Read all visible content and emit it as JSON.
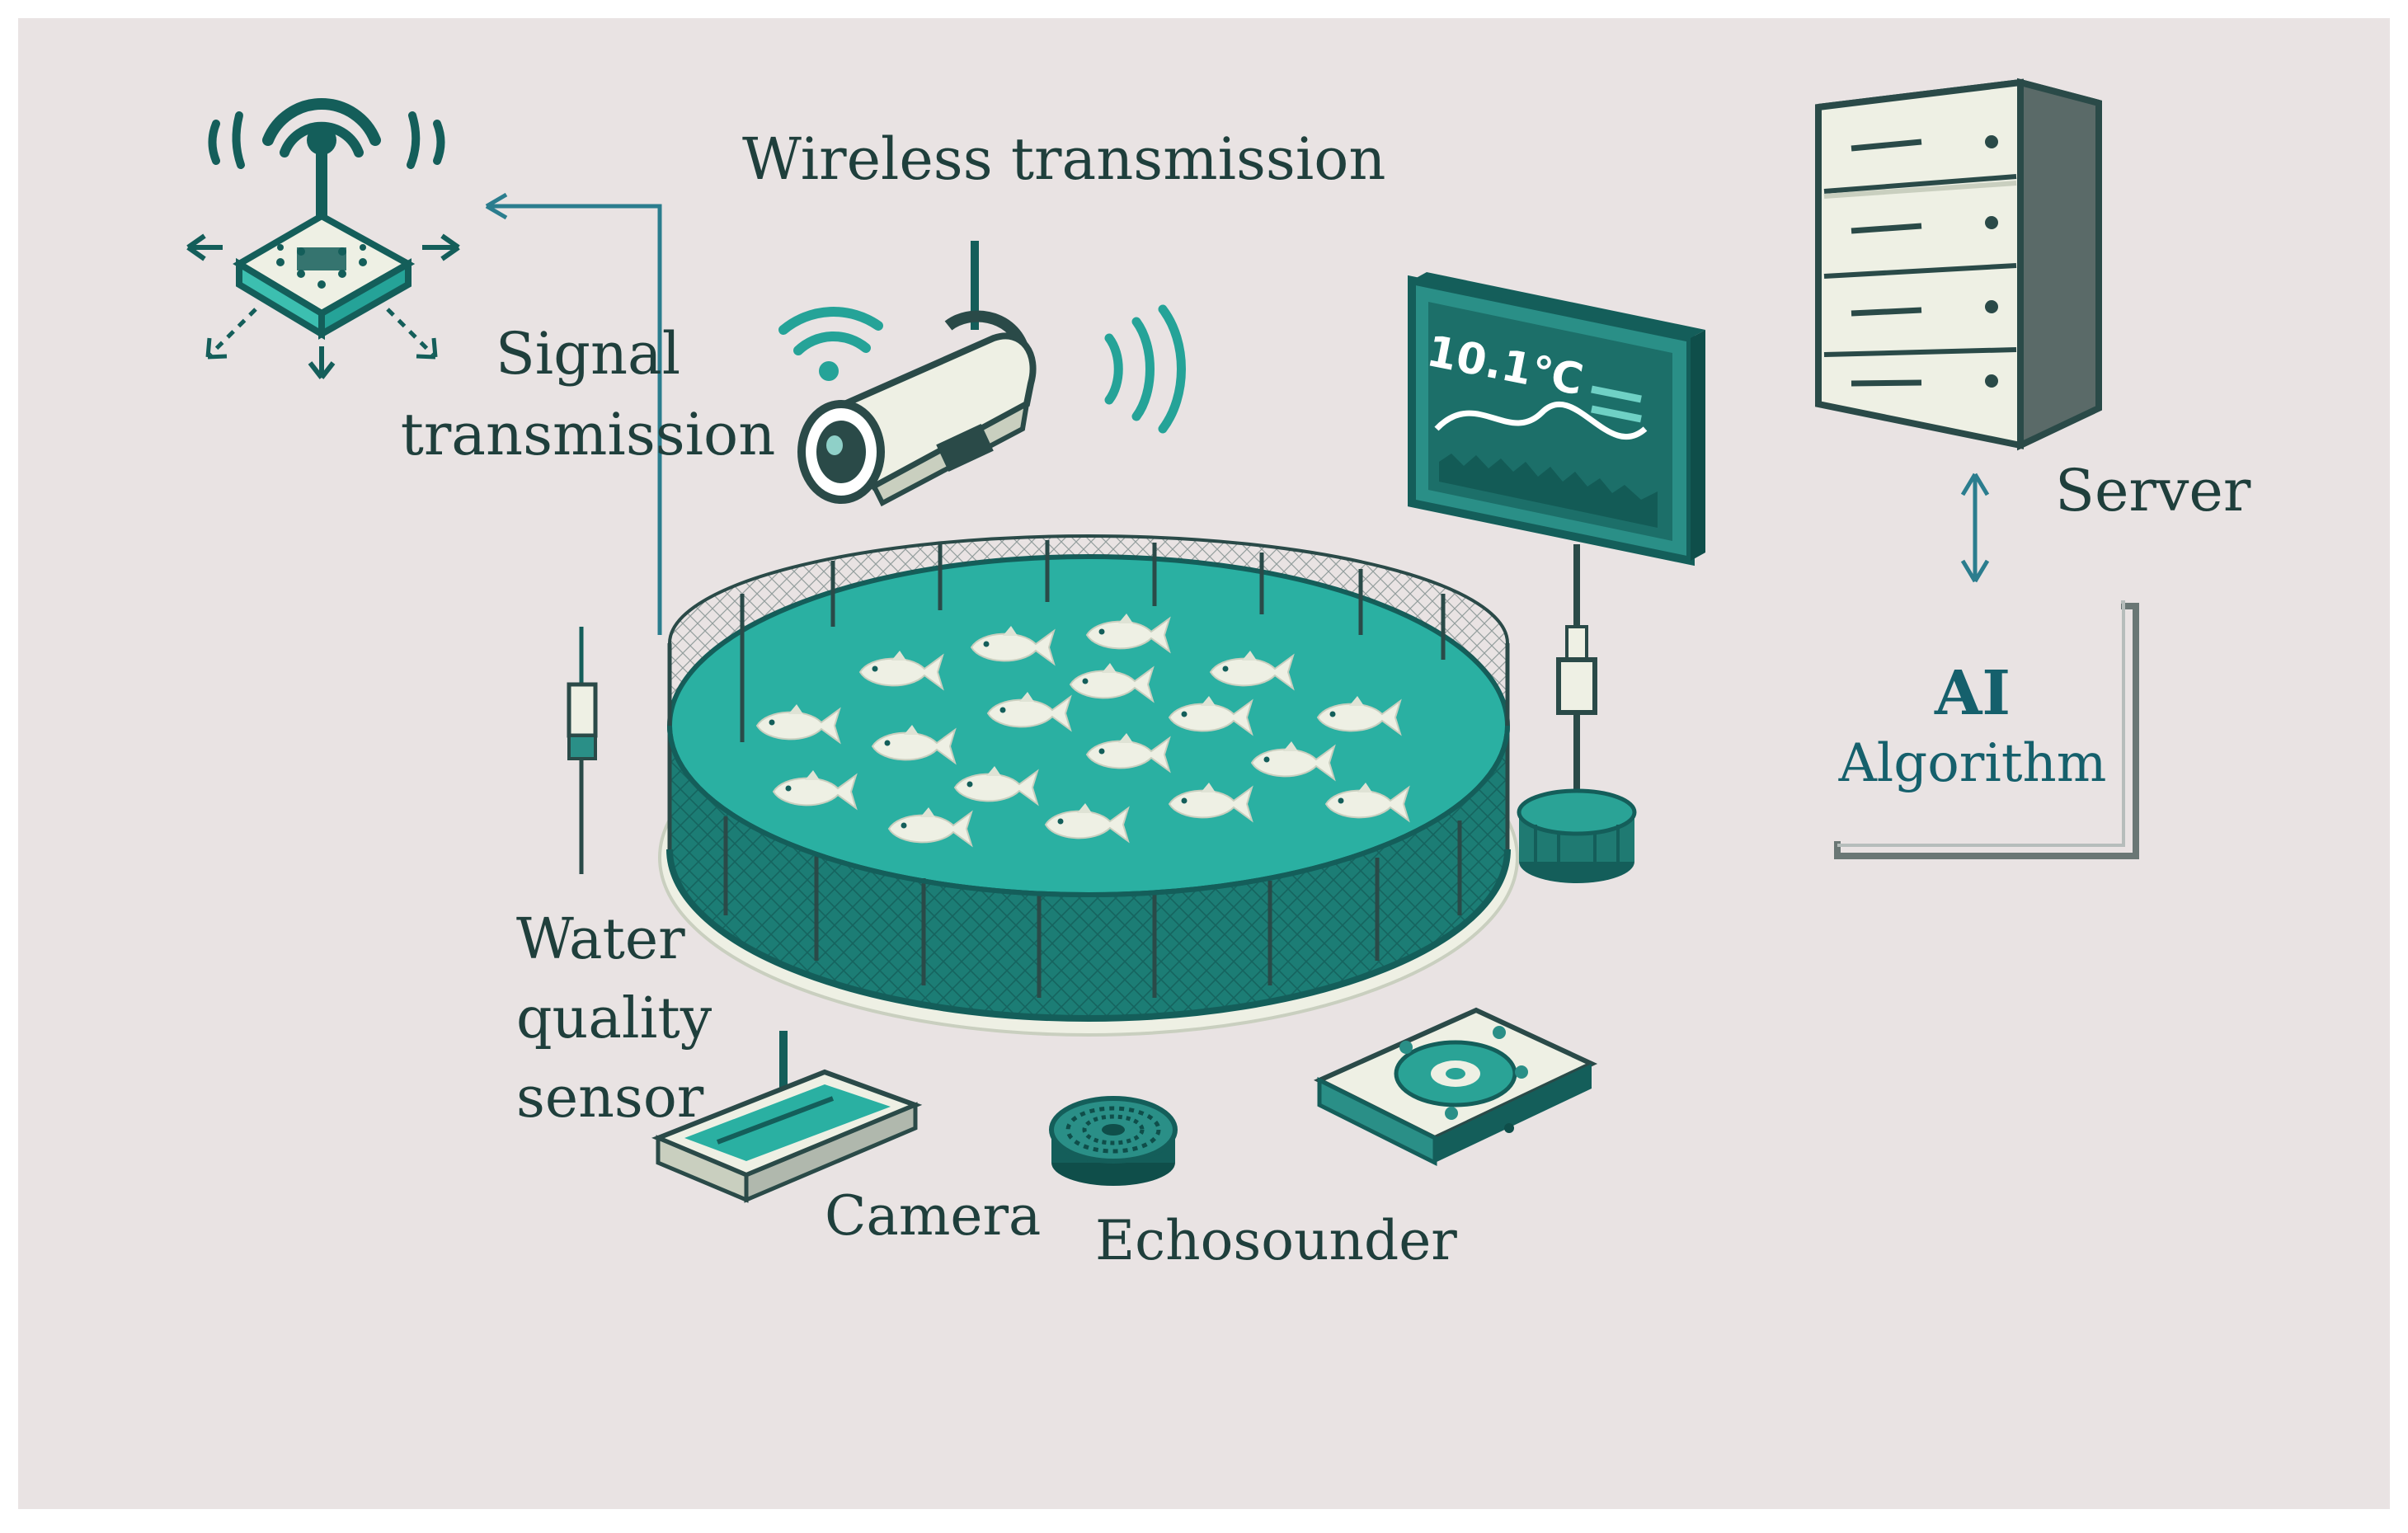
{
  "labels": {
    "wireless_transmission": "Wireless transmission",
    "signal_line1": "Signal",
    "signal_line2": "transmission",
    "server": "Server",
    "ai": "AI",
    "algorithm": "Algorithm",
    "water_line1": "Water",
    "water_line2": "quality",
    "water_line3": "sensor",
    "camera": "Camera",
    "echosounder": "Echosounder",
    "temperature": "10.1℃"
  },
  "icons": {
    "signal_node": "wireless-signal-node-icon",
    "security_camera": "security-camera-icon",
    "wifi": "wifi-icon",
    "monitor": "temperature-monitor-icon",
    "server": "server-tower-icon",
    "water_sensor_probe": "water-quality-probe-icon",
    "camera_device": "underwater-camera-device-icon",
    "echosounder": "echosounder-device-icon",
    "sensor_box": "sensor-box-icon",
    "fish_cage": "circular-fish-cage-icon",
    "fish": "fish-icon"
  },
  "colors": {
    "background": "#e9e3e3",
    "frame": "#ffffff",
    "teal_dark": "#145e5a",
    "teal": "#25a398",
    "teal_light": "#3cbfb0",
    "water": "#2ab0a2",
    "cream": "#eef0e4",
    "text": "#1f3f3c",
    "ai_text": "#15606c",
    "arrow": "#2b7d8e"
  }
}
